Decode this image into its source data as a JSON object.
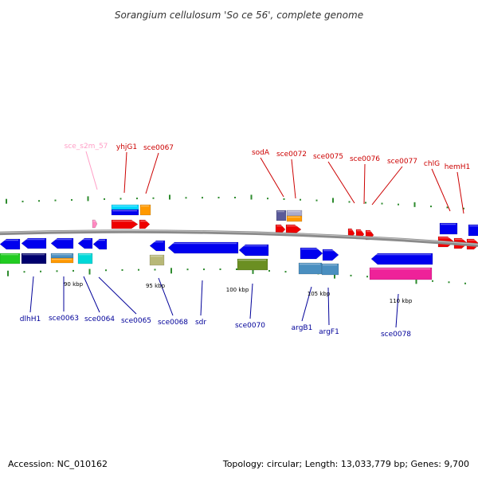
{
  "title": "Sorangium cellulosum 'So ce 56', complete genome",
  "footer": {
    "accession": "Accession: NC_010162",
    "topology": "Topology: circular; Length: 13,033,779 bp; Genes: 9,700"
  },
  "colors": {
    "background": "#ffffff",
    "backbone": "#888888",
    "tick": "#2e8b2e",
    "top_label": "#cc0000",
    "top_label_light": "#ff9ec6",
    "bottom_label": "#000099"
  },
  "scale_labels": [
    "90 kbp",
    "95 kbp",
    "100 kbp",
    "105 kbp",
    "110 kbp"
  ],
  "top_labels": [
    "sce_s2m_57",
    "yhjG1",
    "sce0067",
    "sodA",
    "sce0072",
    "sce0075",
    "sce0076",
    "sce0077",
    "chlG",
    "hemH1"
  ],
  "bottom_labels": [
    "dlhH1",
    "sce0063",
    "sce0064",
    "sce0065",
    "sce0068",
    "sdr",
    "sce0070",
    "argB1",
    "argF1",
    "sce0078"
  ]
}
